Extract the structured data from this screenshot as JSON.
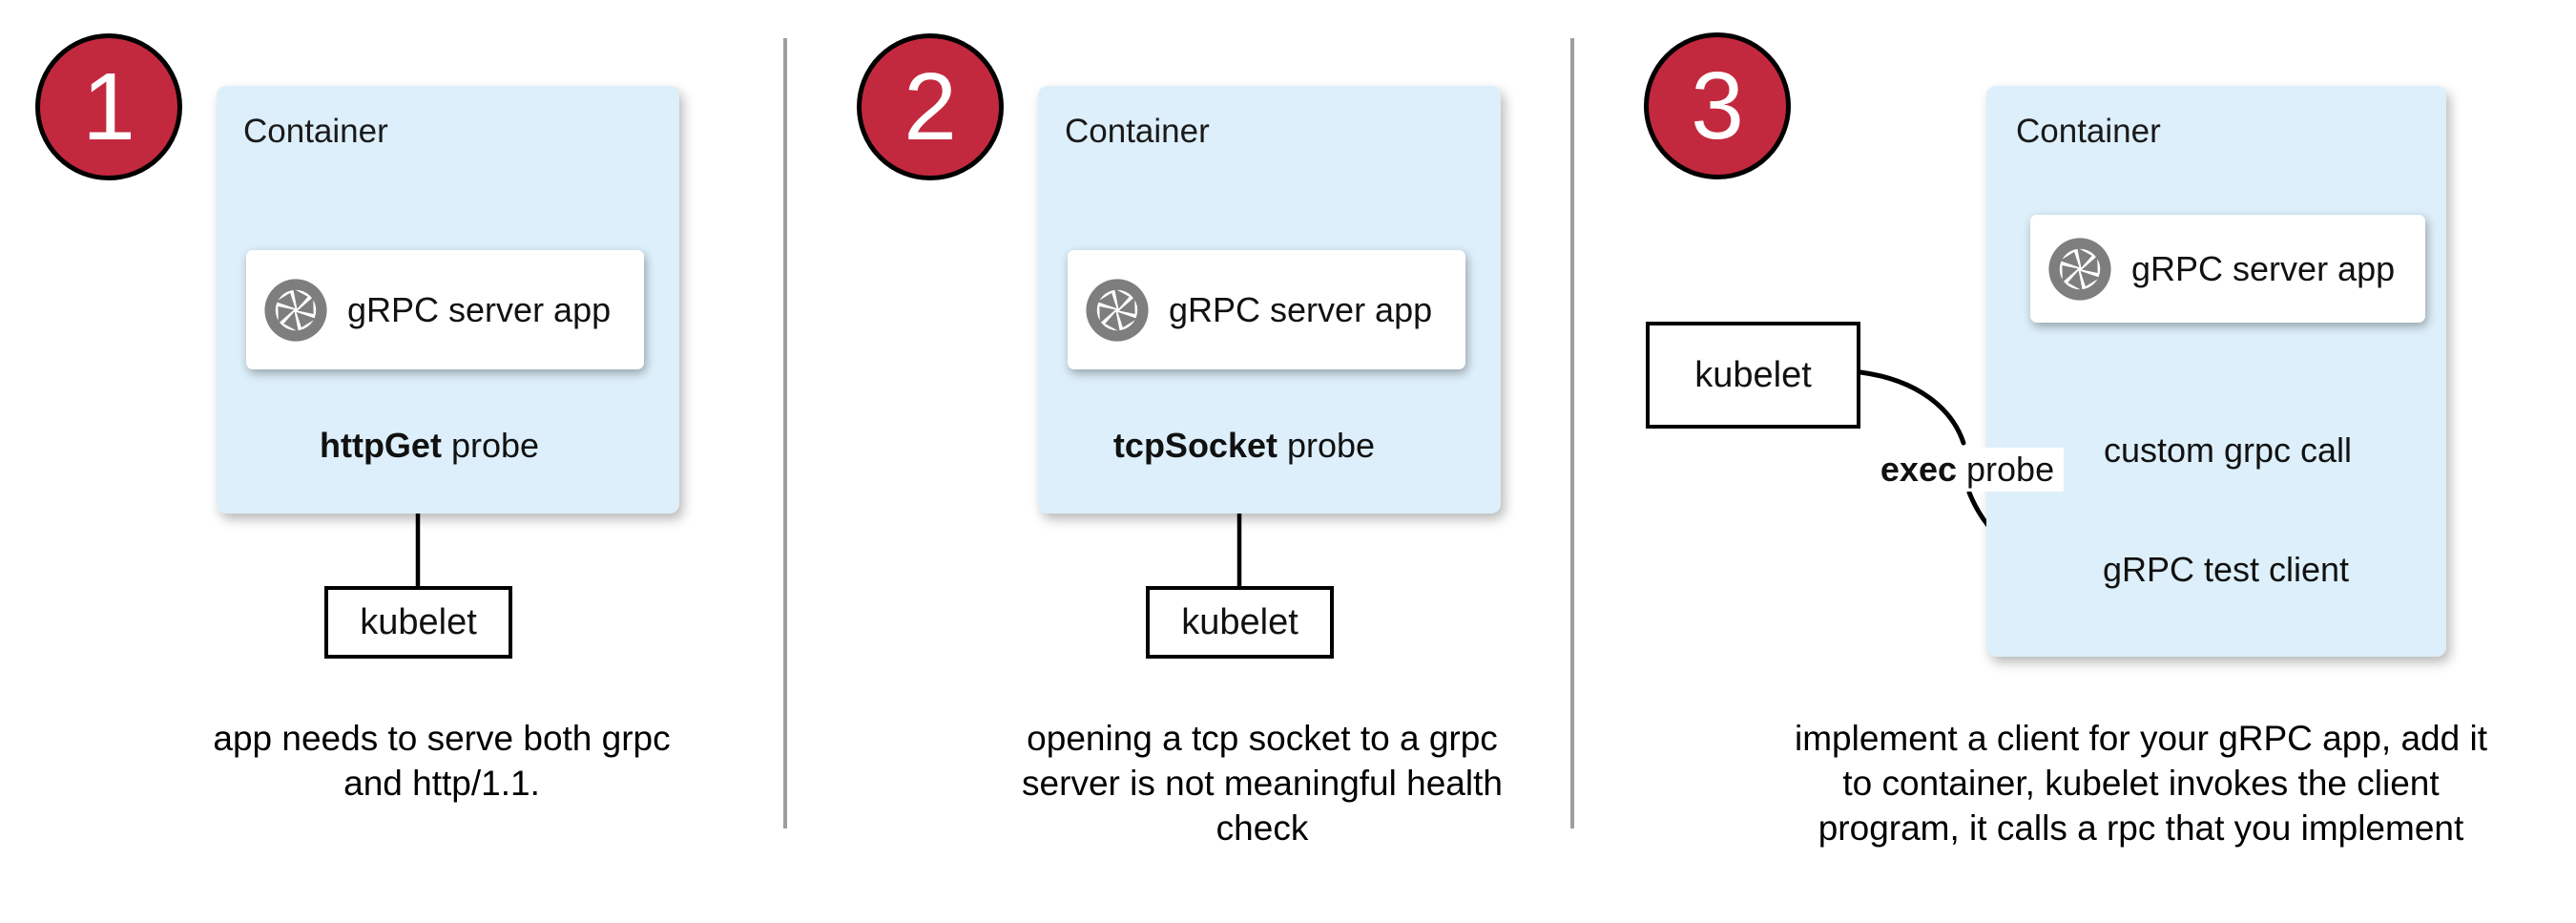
{
  "colors": {
    "badge_red": "#c3293e",
    "container_blue": "#ddeffa",
    "icon_gray": "#7e7e7e",
    "divider_gray": "#9e9e9e",
    "stroke_black": "#000000"
  },
  "panels": [
    {
      "badge": "1",
      "container_label": "Container",
      "app_box": {
        "icon": "grpc-aperture-icon",
        "label": "gRPC server app"
      },
      "probe_label": {
        "bold": "httpGet",
        "rest": " probe"
      },
      "kubelet_label": "kubelet",
      "caption_lines": [
        "app needs to serve both grpc",
        "and http/1.1."
      ]
    },
    {
      "badge": "2",
      "container_label": "Container",
      "app_box": {
        "icon": "grpc-aperture-icon",
        "label": "gRPC server app"
      },
      "probe_label": {
        "bold": "tcpSocket",
        "rest": " probe"
      },
      "kubelet_label": "kubelet",
      "caption_lines": [
        "opening a tcp socket to a grpc",
        "server is not meaningful health",
        "check"
      ]
    },
    {
      "badge": "3",
      "container_label": "Container",
      "app_box": {
        "icon": "grpc-aperture-icon",
        "label": "gRPC server app"
      },
      "probe_label": {
        "bold": "exec",
        "rest": " probe"
      },
      "kubelet_label": "kubelet",
      "call_label": "custom grpc call",
      "client_label": "gRPC test client",
      "caption_lines": [
        "implement a client for your gRPC app, add it",
        "to container, kubelet invokes the client",
        "program, it calls a rpc that you implement"
      ]
    }
  ]
}
